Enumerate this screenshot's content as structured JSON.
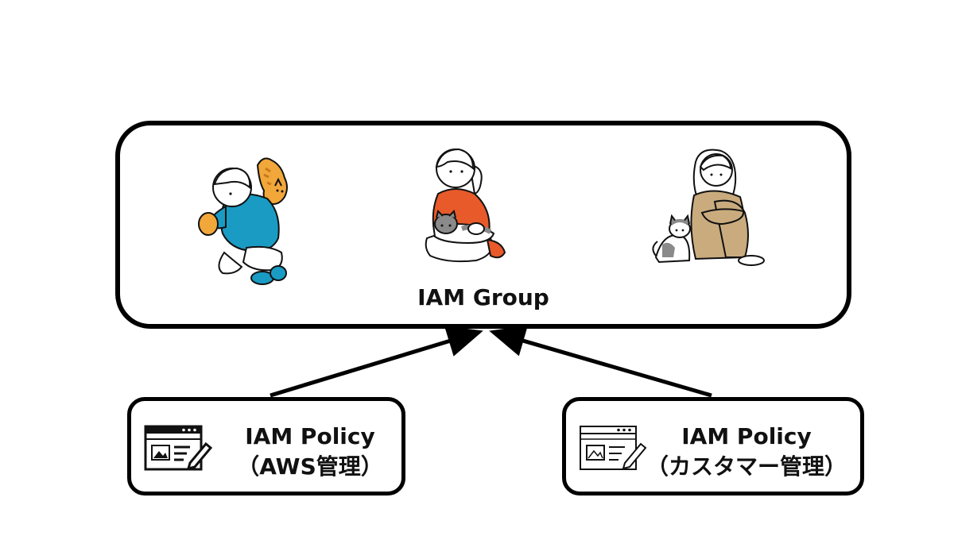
{
  "group": {
    "label": "IAM Group",
    "members": [
      {
        "icon": "person-with-orange-cat-icon",
        "shirt": "#1a9bc4"
      },
      {
        "icon": "person-holding-gray-cat-icon",
        "shirt": "#e85a2a"
      },
      {
        "icon": "person-sitting-with-cat-icon",
        "shirt": "#c9ab7e"
      }
    ]
  },
  "policies": [
    {
      "line1": "IAM Policy",
      "line2": "（AWS管理）",
      "icon": "document-edit-icon"
    },
    {
      "line1": "IAM Policy",
      "line2": "（カスタマー管理）",
      "icon": "document-edit-icon"
    }
  ],
  "colors": {
    "border": "#000000",
    "cat_orange": "#f2a73b",
    "cat_gray": "#8a8a8a"
  }
}
